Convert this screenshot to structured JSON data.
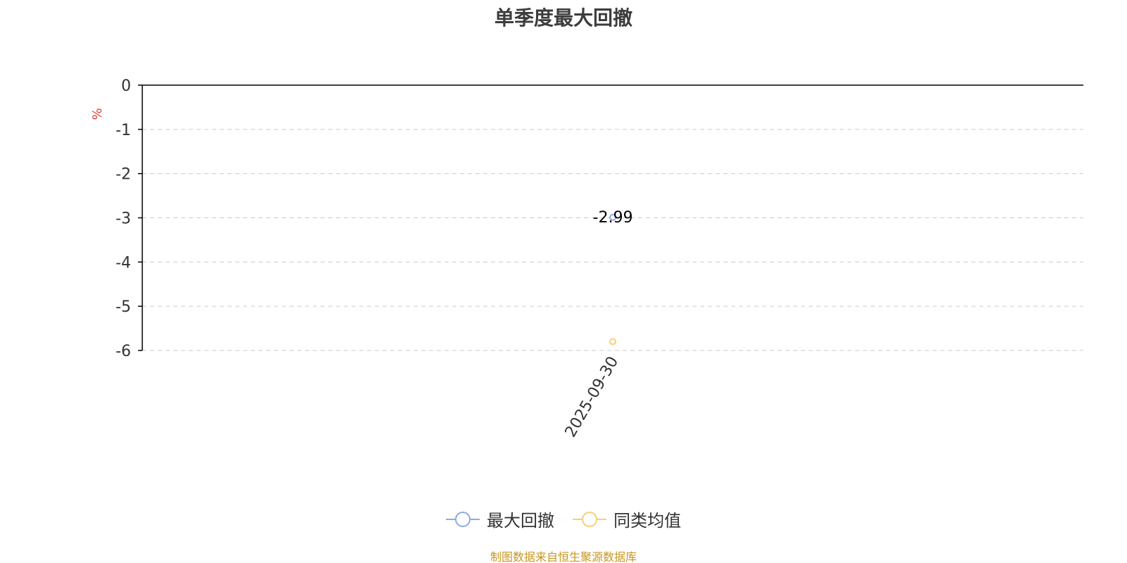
{
  "title": "单季度最大回撤",
  "source_note": "制图数据来自恒生聚源数据库",
  "colors": {
    "series_max_drawdown": "#8fa9e0",
    "series_peer_avg": "#f7cf7a",
    "ylabel": "#e03c3c",
    "axis": "#000000",
    "grid": "#cccccc",
    "source_note": "#c8961e",
    "text": "#333333"
  },
  "chart_data": {
    "type": "line",
    "title": "单季度最大回撤",
    "ylabel": "%",
    "xlabel": "",
    "categories": [
      "2025-09-30"
    ],
    "ylim": [
      -6,
      0
    ],
    "yticks": [
      0,
      -1,
      -2,
      -3,
      -4,
      -5,
      -6
    ],
    "grid": true,
    "legend_position": "bottom",
    "series": [
      {
        "name": "最大回撤",
        "values": [
          -2.99
        ],
        "data_labels": [
          "-2.99"
        ]
      },
      {
        "name": "同类均值",
        "values": [
          -5.8
        ],
        "data_labels": []
      }
    ]
  }
}
